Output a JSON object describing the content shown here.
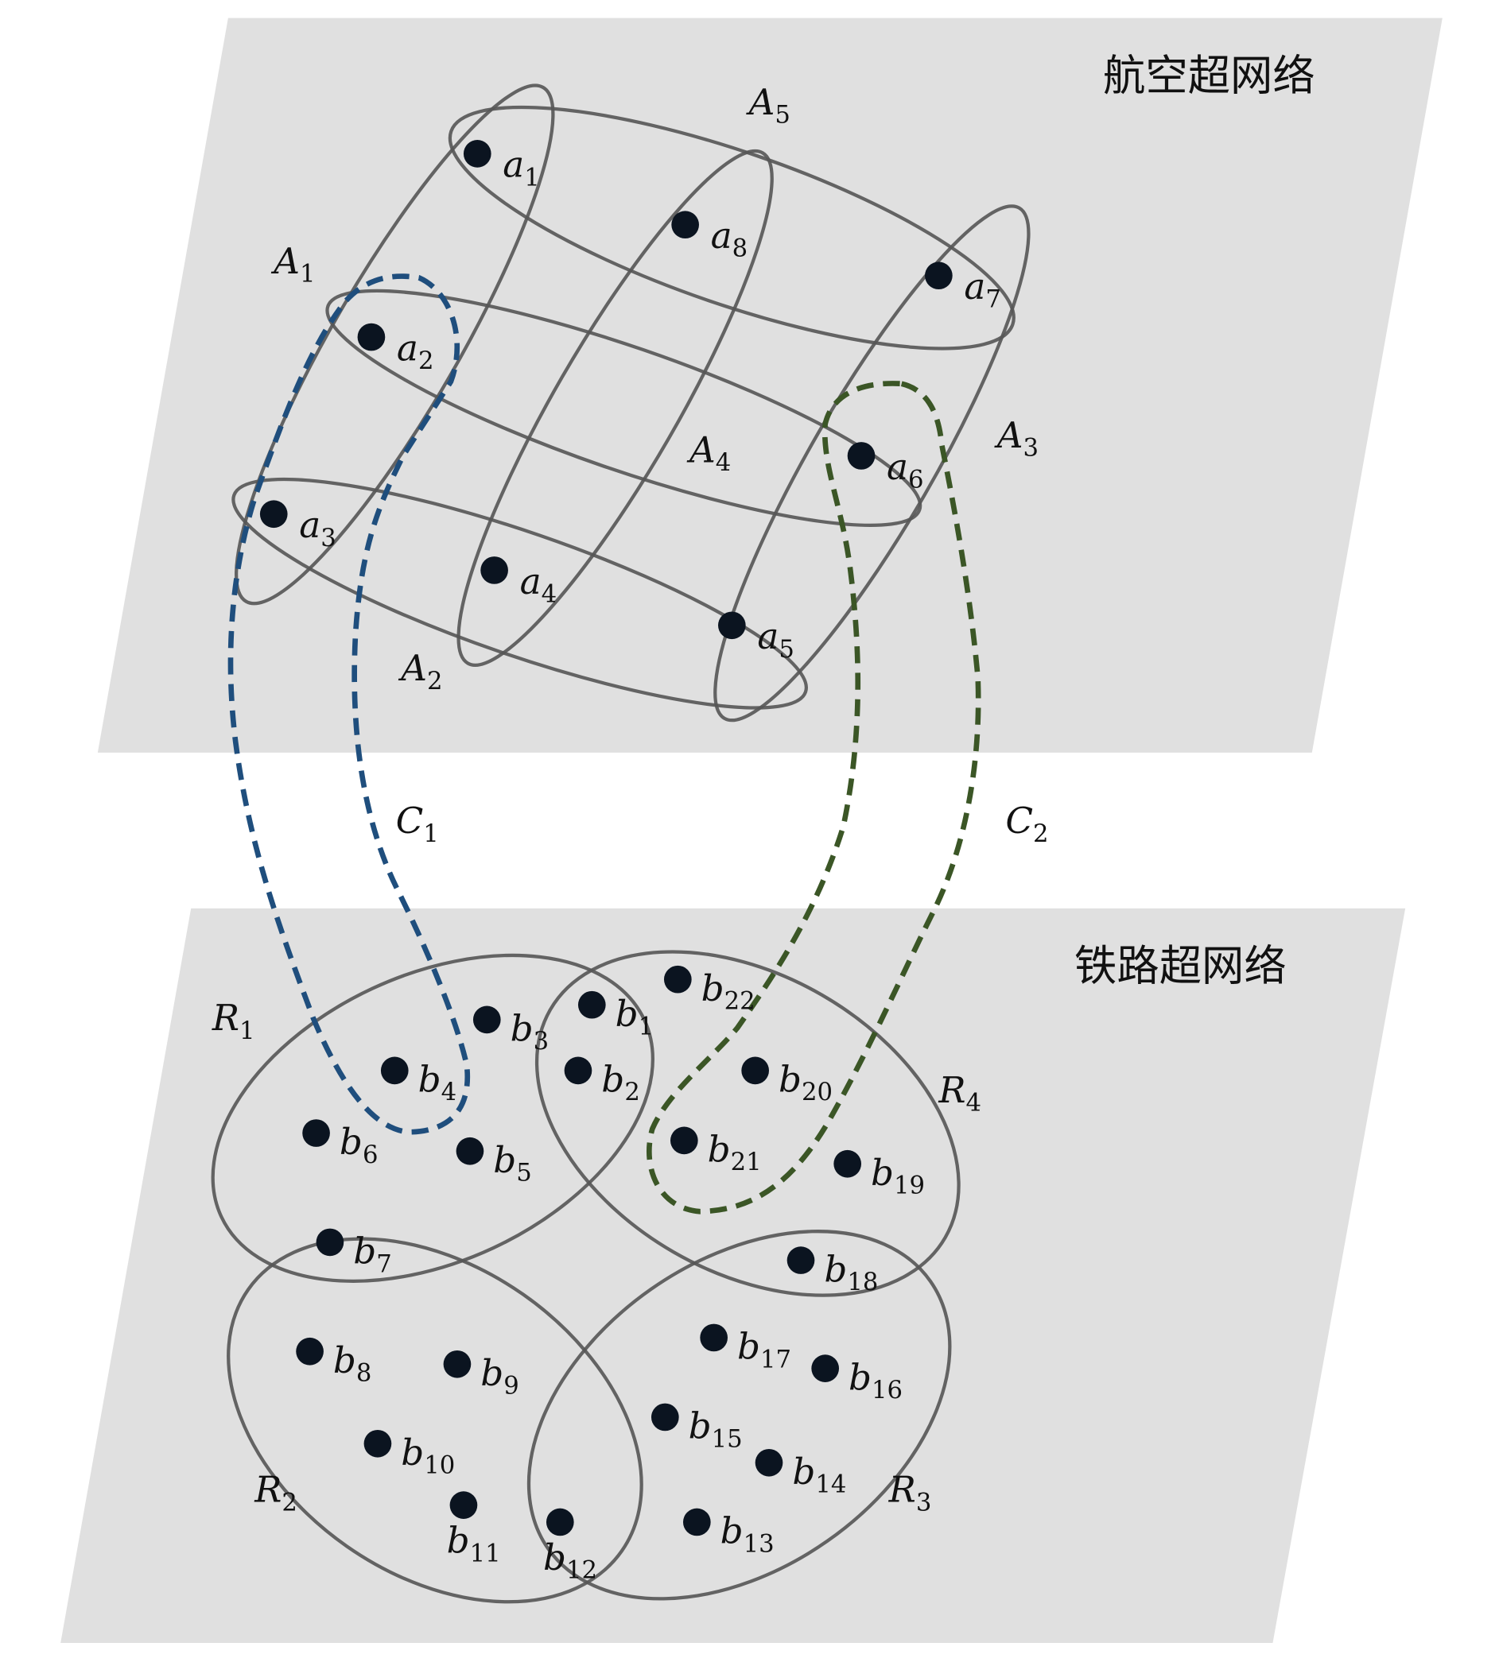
{
  "air_network": {
    "title": "航空超网络",
    "hyperedges": [
      {
        "main": "A",
        "sub": "1"
      },
      {
        "main": "A",
        "sub": "2"
      },
      {
        "main": "A",
        "sub": "3"
      },
      {
        "main": "A",
        "sub": "4"
      },
      {
        "main": "A",
        "sub": "5"
      }
    ],
    "nodes": [
      {
        "main": "a",
        "sub": "1"
      },
      {
        "main": "a",
        "sub": "2"
      },
      {
        "main": "a",
        "sub": "3"
      },
      {
        "main": "a",
        "sub": "4"
      },
      {
        "main": "a",
        "sub": "5"
      },
      {
        "main": "a",
        "sub": "6"
      },
      {
        "main": "a",
        "sub": "7"
      },
      {
        "main": "a",
        "sub": "8"
      }
    ]
  },
  "rail_network": {
    "title": "铁路超网络",
    "hyperedges": [
      {
        "main": "R",
        "sub": "1"
      },
      {
        "main": "R",
        "sub": "2"
      },
      {
        "main": "R",
        "sub": "3"
      },
      {
        "main": "R",
        "sub": "4"
      }
    ],
    "nodes": [
      {
        "main": "b",
        "sub": "1"
      },
      {
        "main": "b",
        "sub": "2"
      },
      {
        "main": "b",
        "sub": "3"
      },
      {
        "main": "b",
        "sub": "4"
      },
      {
        "main": "b",
        "sub": "5"
      },
      {
        "main": "b",
        "sub": "6"
      },
      {
        "main": "b",
        "sub": "7"
      },
      {
        "main": "b",
        "sub": "8"
      },
      {
        "main": "b",
        "sub": "9"
      },
      {
        "main": "b",
        "sub": "10"
      },
      {
        "main": "b",
        "sub": "11"
      },
      {
        "main": "b",
        "sub": "12"
      },
      {
        "main": "b",
        "sub": "13"
      },
      {
        "main": "b",
        "sub": "14"
      },
      {
        "main": "b",
        "sub": "15"
      },
      {
        "main": "b",
        "sub": "16"
      },
      {
        "main": "b",
        "sub": "17"
      },
      {
        "main": "b",
        "sub": "18"
      },
      {
        "main": "b",
        "sub": "19"
      },
      {
        "main": "b",
        "sub": "20"
      },
      {
        "main": "b",
        "sub": "21"
      },
      {
        "main": "b",
        "sub": "22"
      }
    ]
  },
  "couplings": [
    {
      "main": "C",
      "sub": "1",
      "color": "#1f4e7d"
    },
    {
      "main": "C",
      "sub": "2",
      "color": "#3b5626"
    }
  ]
}
